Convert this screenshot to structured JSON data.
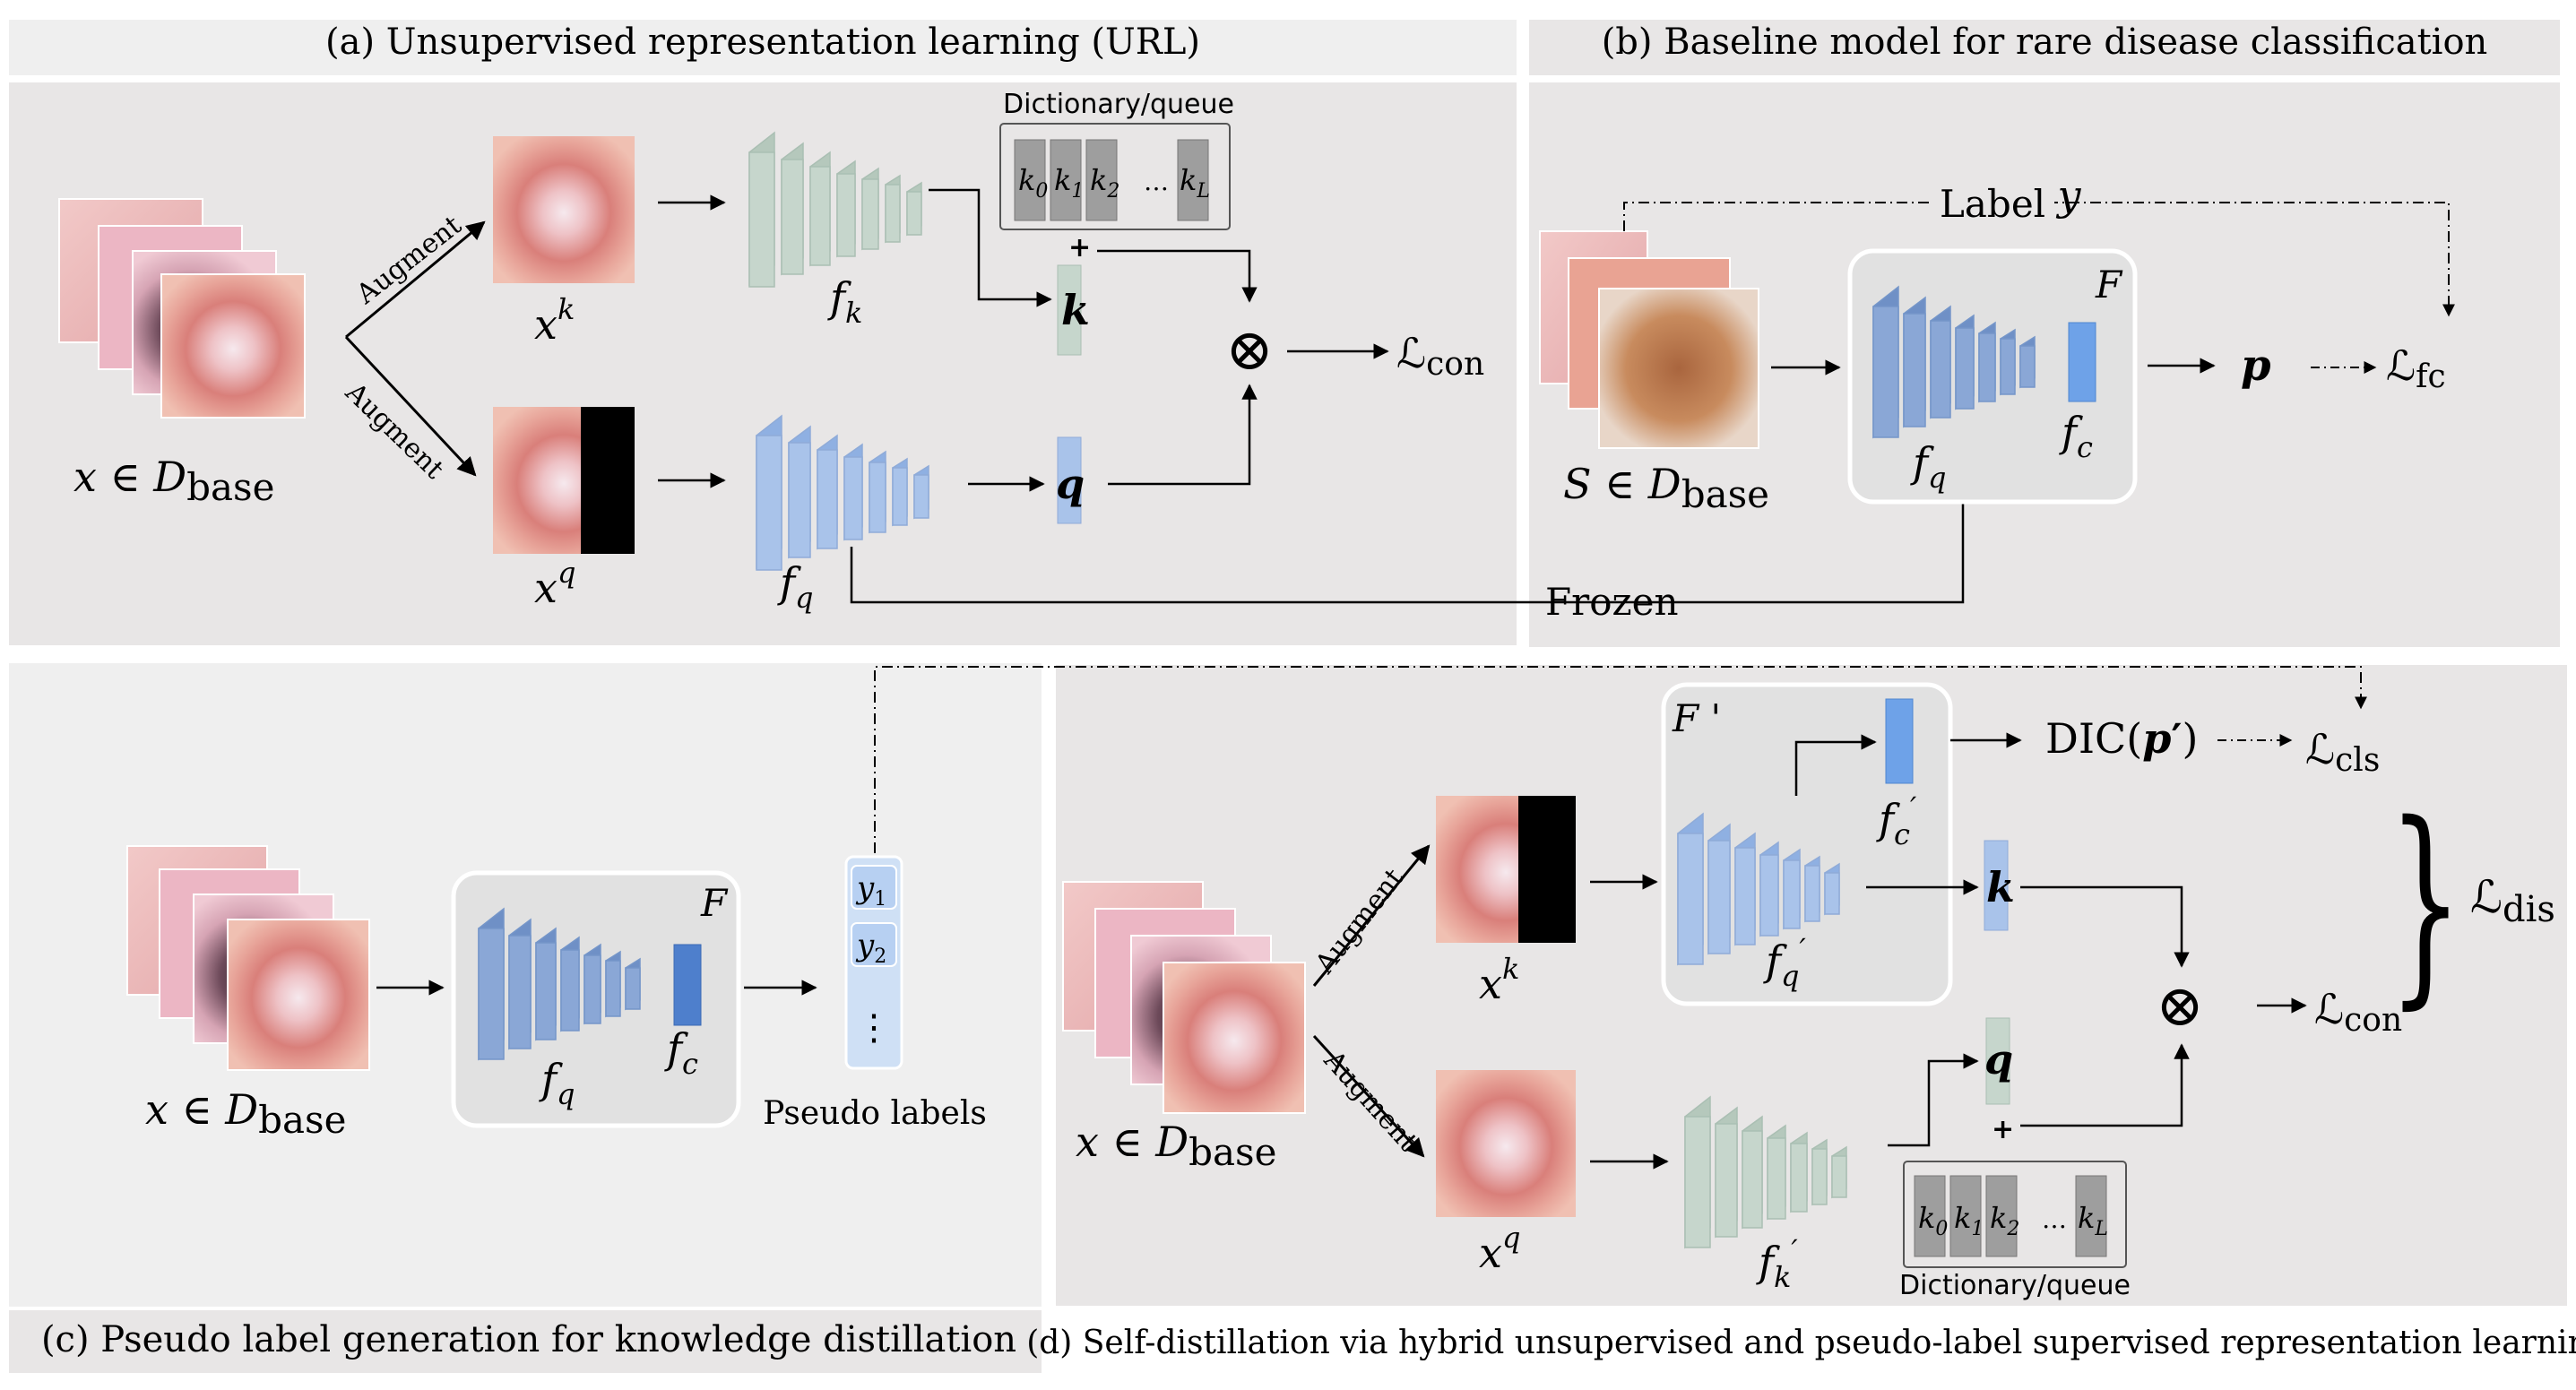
{
  "panels": {
    "a": {
      "title": "(a) Unsupervised representation learning (URL)"
    },
    "b": {
      "title": "(b) Baseline model for rare disease classification"
    },
    "c": {
      "title": "(c) Pseudo label generation for knowledge distillation"
    },
    "d": {
      "title": "(d) Self-distillation via hybrid unsupervised and pseudo-label supervised representation learning"
    }
  },
  "labels": {
    "augment": "Augment",
    "dictionary": "Dictionary/queue",
    "x_in_dbase_x": "x ∈ D",
    "sub_base": "base",
    "s_in_dbase_s": "S ∈ D",
    "xk_base": "x",
    "sup_k": "k",
    "sup_q": "q",
    "f": "f",
    "sub_k": "k",
    "sub_q": "q",
    "sub_c": "c",
    "prime": "′",
    "k_bold": "k",
    "q_bold": "q",
    "p_bold": "p",
    "plus": "+",
    "otimes": "⊗",
    "loss_L": "ℒ",
    "sub_con": "con",
    "sub_fc": "fc",
    "sub_cls": "cls",
    "sub_dis": "dis",
    "label_y_text": "Label ",
    "label_y_var": "y",
    "F": "F",
    "F_prime": "F '",
    "frozen": "Frozen",
    "pseudo_labels": "Pseudo labels",
    "y1": "y",
    "y1_sub": "1",
    "y2": "y",
    "y2_sub": "2",
    "vdots": "⋮",
    "dic": "DIC(",
    "dic_close": ")",
    "dict_k0": "k",
    "dict_k0_sub": "0",
    "dict_k1": "k",
    "dict_k1_sub": "1",
    "dict_k2": "k",
    "dict_k2_sub": "2",
    "dict_dots": "…",
    "dict_kL": "k",
    "dict_kL_sub": "L",
    "brace": "}"
  },
  "colors": {
    "panel_bg": "#e8e6e6",
    "title_bg": "#efefef",
    "encoder_q_blue": "#a9c3ea",
    "encoder_k_green": "#c6d6cc",
    "classifier_blue": "#5d8fd6",
    "skin_pink": "#e59a93",
    "black_mask": "#000000"
  }
}
